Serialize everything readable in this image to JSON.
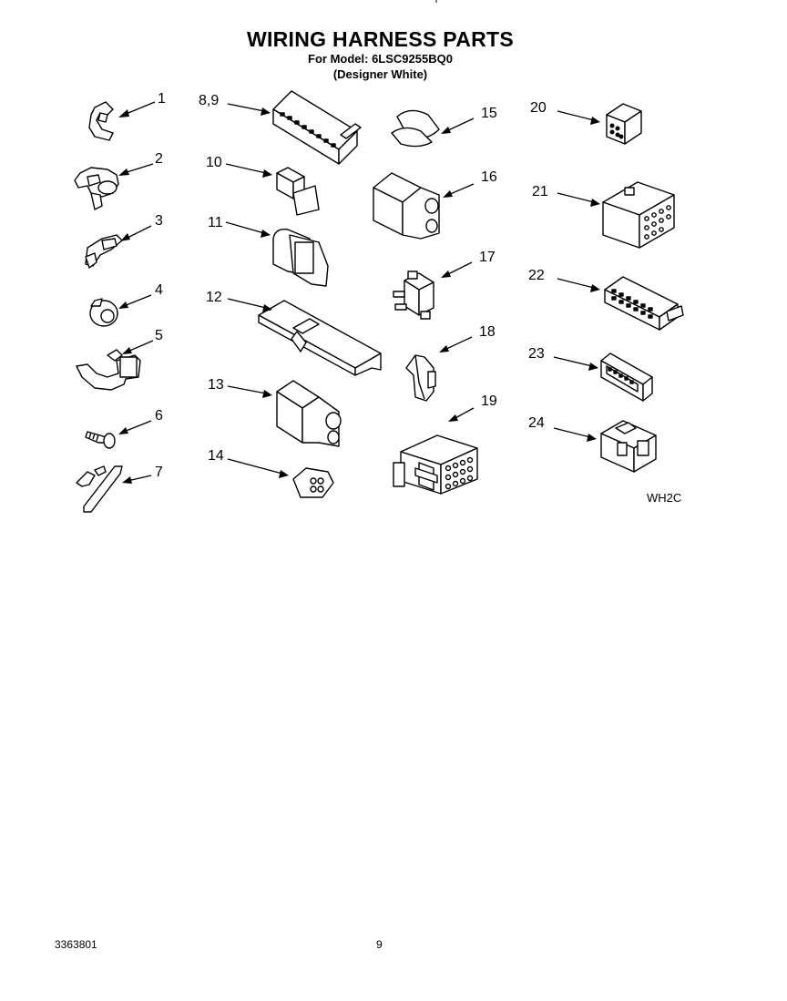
{
  "header": {
    "title": "WIRING HARNESS PARTS",
    "model_line": "For Model: 6LSC9255BQ0",
    "variant_line": "(Designer White)"
  },
  "parts": [
    {
      "id": "p1",
      "label": "1"
    },
    {
      "id": "p2",
      "label": "2"
    },
    {
      "id": "p3",
      "label": "3"
    },
    {
      "id": "p4",
      "label": "4"
    },
    {
      "id": "p5",
      "label": "5"
    },
    {
      "id": "p6",
      "label": "6"
    },
    {
      "id": "p7",
      "label": "7"
    },
    {
      "id": "p89",
      "label": "8,9"
    },
    {
      "id": "p10",
      "label": "10"
    },
    {
      "id": "p11",
      "label": "11"
    },
    {
      "id": "p12",
      "label": "12"
    },
    {
      "id": "p13",
      "label": "13"
    },
    {
      "id": "p14",
      "label": "14"
    },
    {
      "id": "p15",
      "label": "15"
    },
    {
      "id": "p16",
      "label": "16"
    },
    {
      "id": "p17",
      "label": "17"
    },
    {
      "id": "p18",
      "label": "18"
    },
    {
      "id": "p19",
      "label": "19"
    },
    {
      "id": "p20",
      "label": "20"
    },
    {
      "id": "p21",
      "label": "21"
    },
    {
      "id": "p22",
      "label": "22"
    },
    {
      "id": "p23",
      "label": "23"
    },
    {
      "id": "p24",
      "label": "24"
    }
  ],
  "diagram_code": "WH2C",
  "footer": {
    "document_number": "3363801",
    "page_number": "9"
  }
}
